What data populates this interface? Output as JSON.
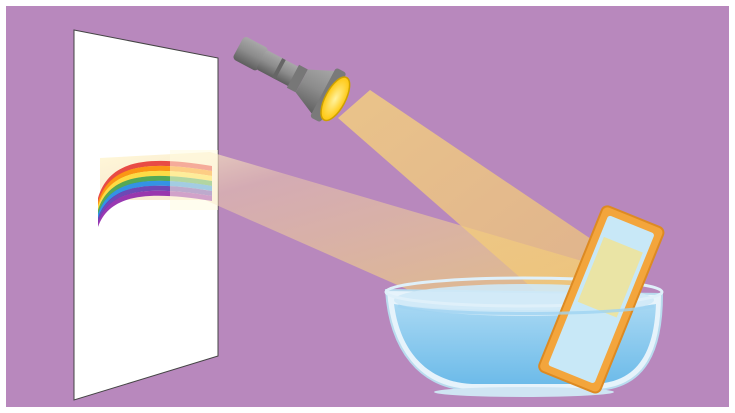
{
  "scene": {
    "type": "illustration",
    "elements": [
      "screen",
      "rainbow-spectrum",
      "flashlight",
      "light-beam",
      "reflected-beam",
      "glass-bowl",
      "water",
      "mirror"
    ]
  },
  "colors": {
    "frame": "#ffffff",
    "background": "#b888bd",
    "screen": "#ffffff",
    "beam": "#f3c874",
    "reflected_beam": "#f0d27a",
    "water": "#8fcaef",
    "water_deep": "#5fb2e6",
    "bowl_glass": "#e9f5fb",
    "mirror_frame": "#f0a23a",
    "mirror_glass": "#bfe4f5",
    "flashlight_body": "#8a8a8a",
    "flashlight_lens": "#ffd21a"
  },
  "rainbow": {
    "colors": [
      "#e53935",
      "#fb8c00",
      "#fdd835",
      "#43a047",
      "#1e88e5",
      "#5e35b1",
      "#8e24aa"
    ]
  }
}
